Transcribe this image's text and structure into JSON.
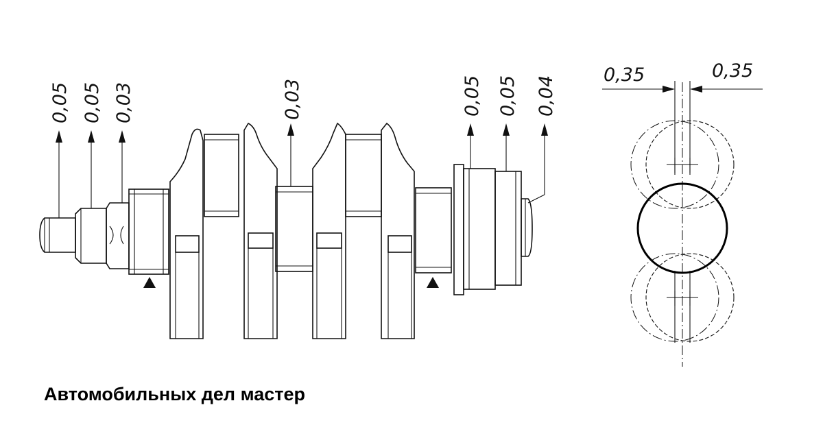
{
  "tolerances": {
    "t1": "0,05",
    "t2": "0,05",
    "t3": "0,03",
    "t4": "0,03",
    "t5": "0,05",
    "t6": "0,05",
    "t7": "0,04"
  },
  "offset_left": "0,35",
  "offset_right": "0,35",
  "caption": "Автомобильных дел мастер"
}
